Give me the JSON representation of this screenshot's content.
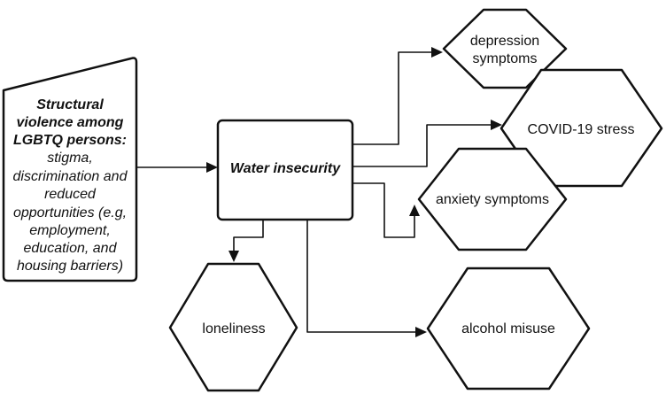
{
  "source_node": {
    "title_lines": [
      "Structural",
      "violence among",
      "LGBTQ persons:"
    ],
    "body_lines": [
      "stigma,",
      "discrimination and",
      "reduced",
      "opportunities (e.g,",
      "employment,",
      "education, and",
      "housing barriers)"
    ]
  },
  "central_node": {
    "label": "Water insecurity"
  },
  "outcomes": {
    "depression": [
      "depression",
      "symptoms"
    ],
    "covid_stress": "COVID-19 stress",
    "anxiety": "anxiety symptoms",
    "loneliness": "loneliness",
    "alcohol": "alcohol misuse"
  }
}
